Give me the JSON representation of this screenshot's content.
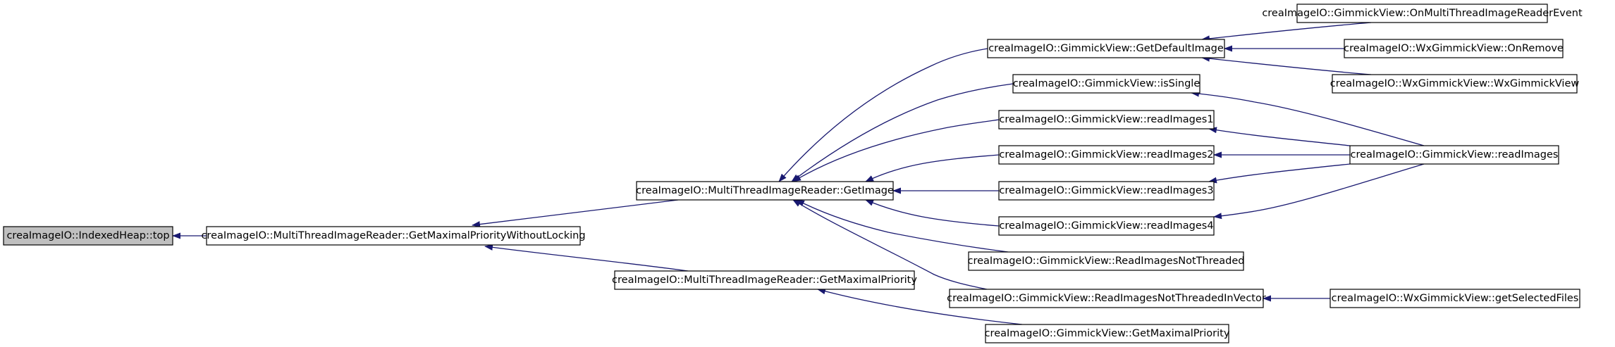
{
  "diagram": {
    "type": "call-graph",
    "colors": {
      "edge": "#191970",
      "root_fill": "#bfbfbf",
      "node_fill": "#ffffff",
      "border": "#000000"
    },
    "nodes": [
      {
        "id": "n0",
        "label": "creaImageIO::IndexedHeap::top",
        "root": true
      },
      {
        "id": "n1",
        "label": "creaImageIO::MultiThreadImageReader::GetMaximalPriorityWithoutLocking"
      },
      {
        "id": "n2",
        "label": "creaImageIO::MultiThreadImageReader::GetImage"
      },
      {
        "id": "n3",
        "label": "creaImageIO::MultiThreadImageReader::GetMaximalPriority"
      },
      {
        "id": "n4",
        "label": "creaImageIO::GimmickView::GetDefaultImage"
      },
      {
        "id": "n5",
        "label": "creaImageIO::GimmickView::isSingle"
      },
      {
        "id": "n6",
        "label": "creaImageIO::GimmickView::readImages1"
      },
      {
        "id": "n7",
        "label": "creaImageIO::GimmickView::readImages2"
      },
      {
        "id": "n8",
        "label": "creaImageIO::GimmickView::readImages3"
      },
      {
        "id": "n9",
        "label": "creaImageIO::GimmickView::readImages4"
      },
      {
        "id": "n10",
        "label": "creaImageIO::GimmickView::ReadImagesNotThreaded"
      },
      {
        "id": "n11",
        "label": "creaImageIO::GimmickView::ReadImagesNotThreadedInVector"
      },
      {
        "id": "n12",
        "label": "creaImageIO::GimmickView::GetMaximalPriority"
      },
      {
        "id": "n13",
        "label": "creaImageIO::GimmickView::OnMultiThreadImageReaderEvent"
      },
      {
        "id": "n14",
        "label": "creaImageIO::WxGimmickView::OnRemove"
      },
      {
        "id": "n15",
        "label": "creaImageIO::WxGimmickView::WxGimmickView"
      },
      {
        "id": "n16",
        "label": "creaImageIO::GimmickView::readImages"
      },
      {
        "id": "n17",
        "label": "creaImageIO::WxGimmickView::getSelectedFiles"
      }
    ],
    "edges": [
      {
        "from": "n1",
        "to": "n0"
      },
      {
        "from": "n2",
        "to": "n1"
      },
      {
        "from": "n3",
        "to": "n1"
      },
      {
        "from": "n4",
        "to": "n2"
      },
      {
        "from": "n5",
        "to": "n2"
      },
      {
        "from": "n6",
        "to": "n2"
      },
      {
        "from": "n7",
        "to": "n2"
      },
      {
        "from": "n8",
        "to": "n2"
      },
      {
        "from": "n9",
        "to": "n2"
      },
      {
        "from": "n10",
        "to": "n2"
      },
      {
        "from": "n11",
        "to": "n2"
      },
      {
        "from": "n12",
        "to": "n3"
      },
      {
        "from": "n13",
        "to": "n4"
      },
      {
        "from": "n14",
        "to": "n4"
      },
      {
        "from": "n15",
        "to": "n4"
      },
      {
        "from": "n16",
        "to": "n5"
      },
      {
        "from": "n16",
        "to": "n6"
      },
      {
        "from": "n16",
        "to": "n7"
      },
      {
        "from": "n16",
        "to": "n8"
      },
      {
        "from": "n16",
        "to": "n9"
      },
      {
        "from": "n17",
        "to": "n11"
      }
    ]
  }
}
